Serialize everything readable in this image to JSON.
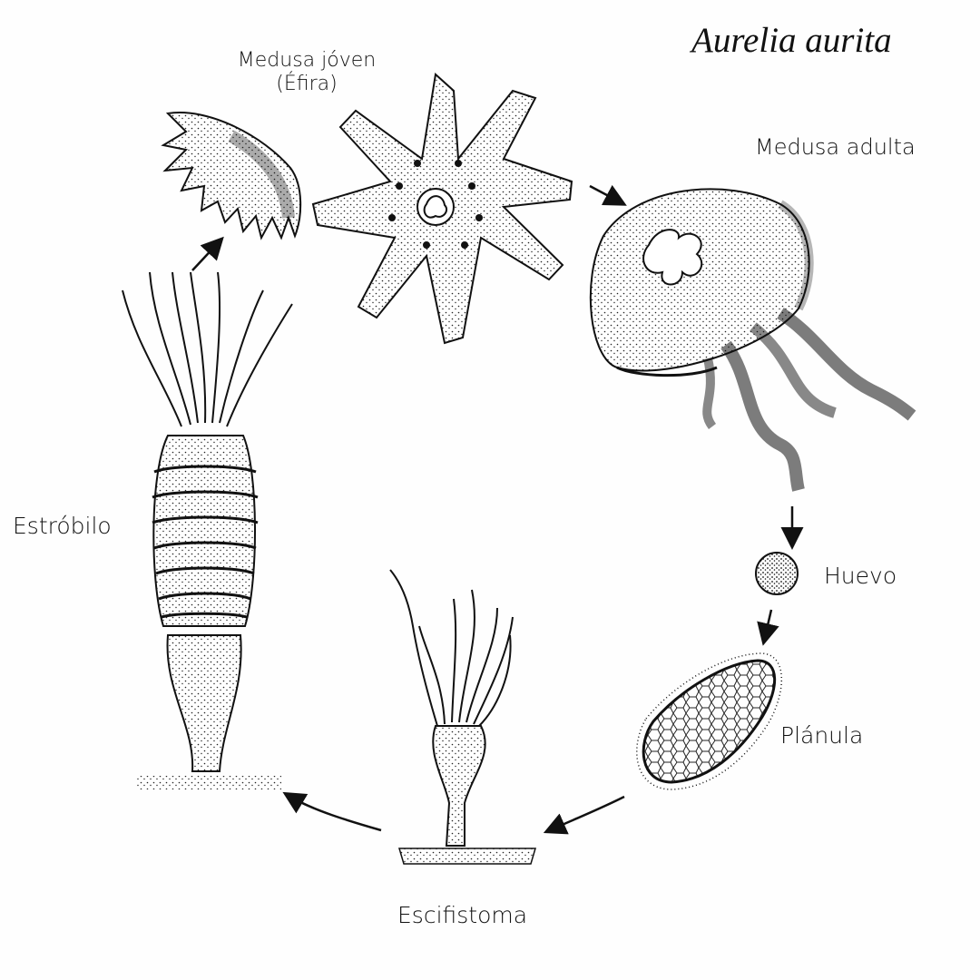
{
  "title": "Aurelia aurita",
  "stages": {
    "ephyra_line1": "Medusa jóven",
    "ephyra_line2": "(Éfira)",
    "adult": "Medusa adulta",
    "egg": "Huevo",
    "planula": "Plánula",
    "scyphistoma": "Escifistoma",
    "strobila": "Estróbilo"
  },
  "colors": {
    "ink": "#111111",
    "paper": "#fefefe",
    "tint": "#f3f7ef"
  }
}
